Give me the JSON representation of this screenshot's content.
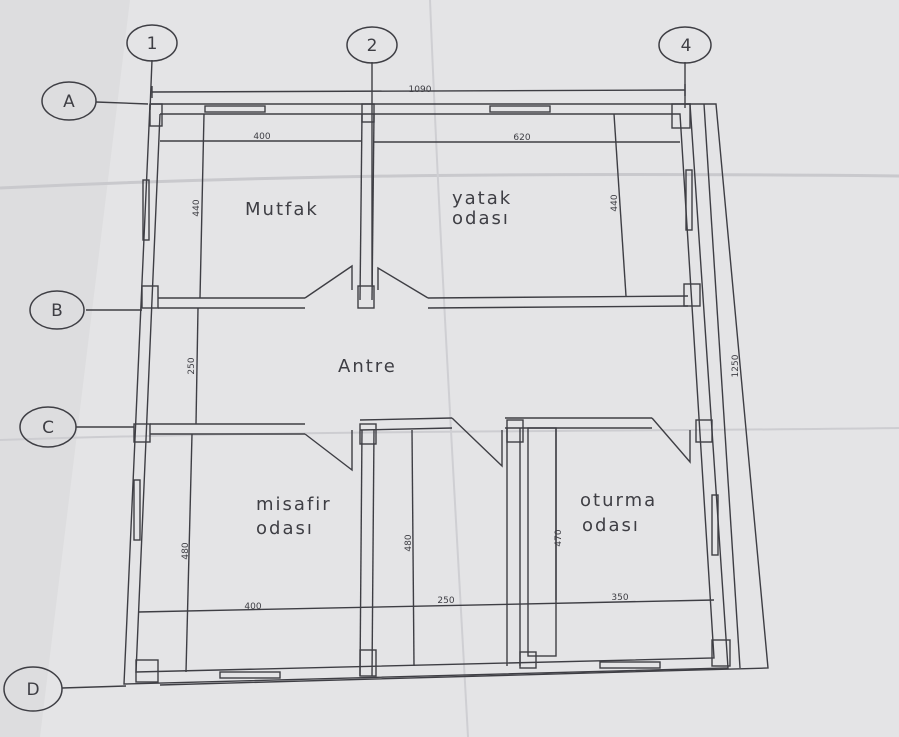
{
  "plan": {
    "axes": {
      "col_1": "1",
      "col_2": "2",
      "col_4": "4",
      "row_a": "A",
      "row_b": "B",
      "row_c": "C",
      "row_d": "D"
    },
    "rooms": {
      "kitchen": "Mutfak",
      "bedroom_line1": "yatak",
      "bedroom_line2": "odası",
      "hall": "Antre",
      "guest_line1": "misafir",
      "guest_line2": "odası",
      "living_line1": "oturma",
      "living_line2": "odası"
    },
    "dimensions": {
      "total_width": "1090",
      "kitchen_width": "400",
      "bedroom_width": "620",
      "kitchen_depth": "440",
      "bedroom_depth": "440",
      "hall_depth": "250",
      "total_depth": "1250",
      "guest_depth": "480",
      "middle_depth": "480",
      "living_depth": "470",
      "guest_width": "400",
      "middle_width": "250",
      "living_width": "350"
    },
    "colors": {
      "paper": "#e4e4e6",
      "ink": "#3e3e44",
      "fold": "#c9c9cd"
    }
  }
}
